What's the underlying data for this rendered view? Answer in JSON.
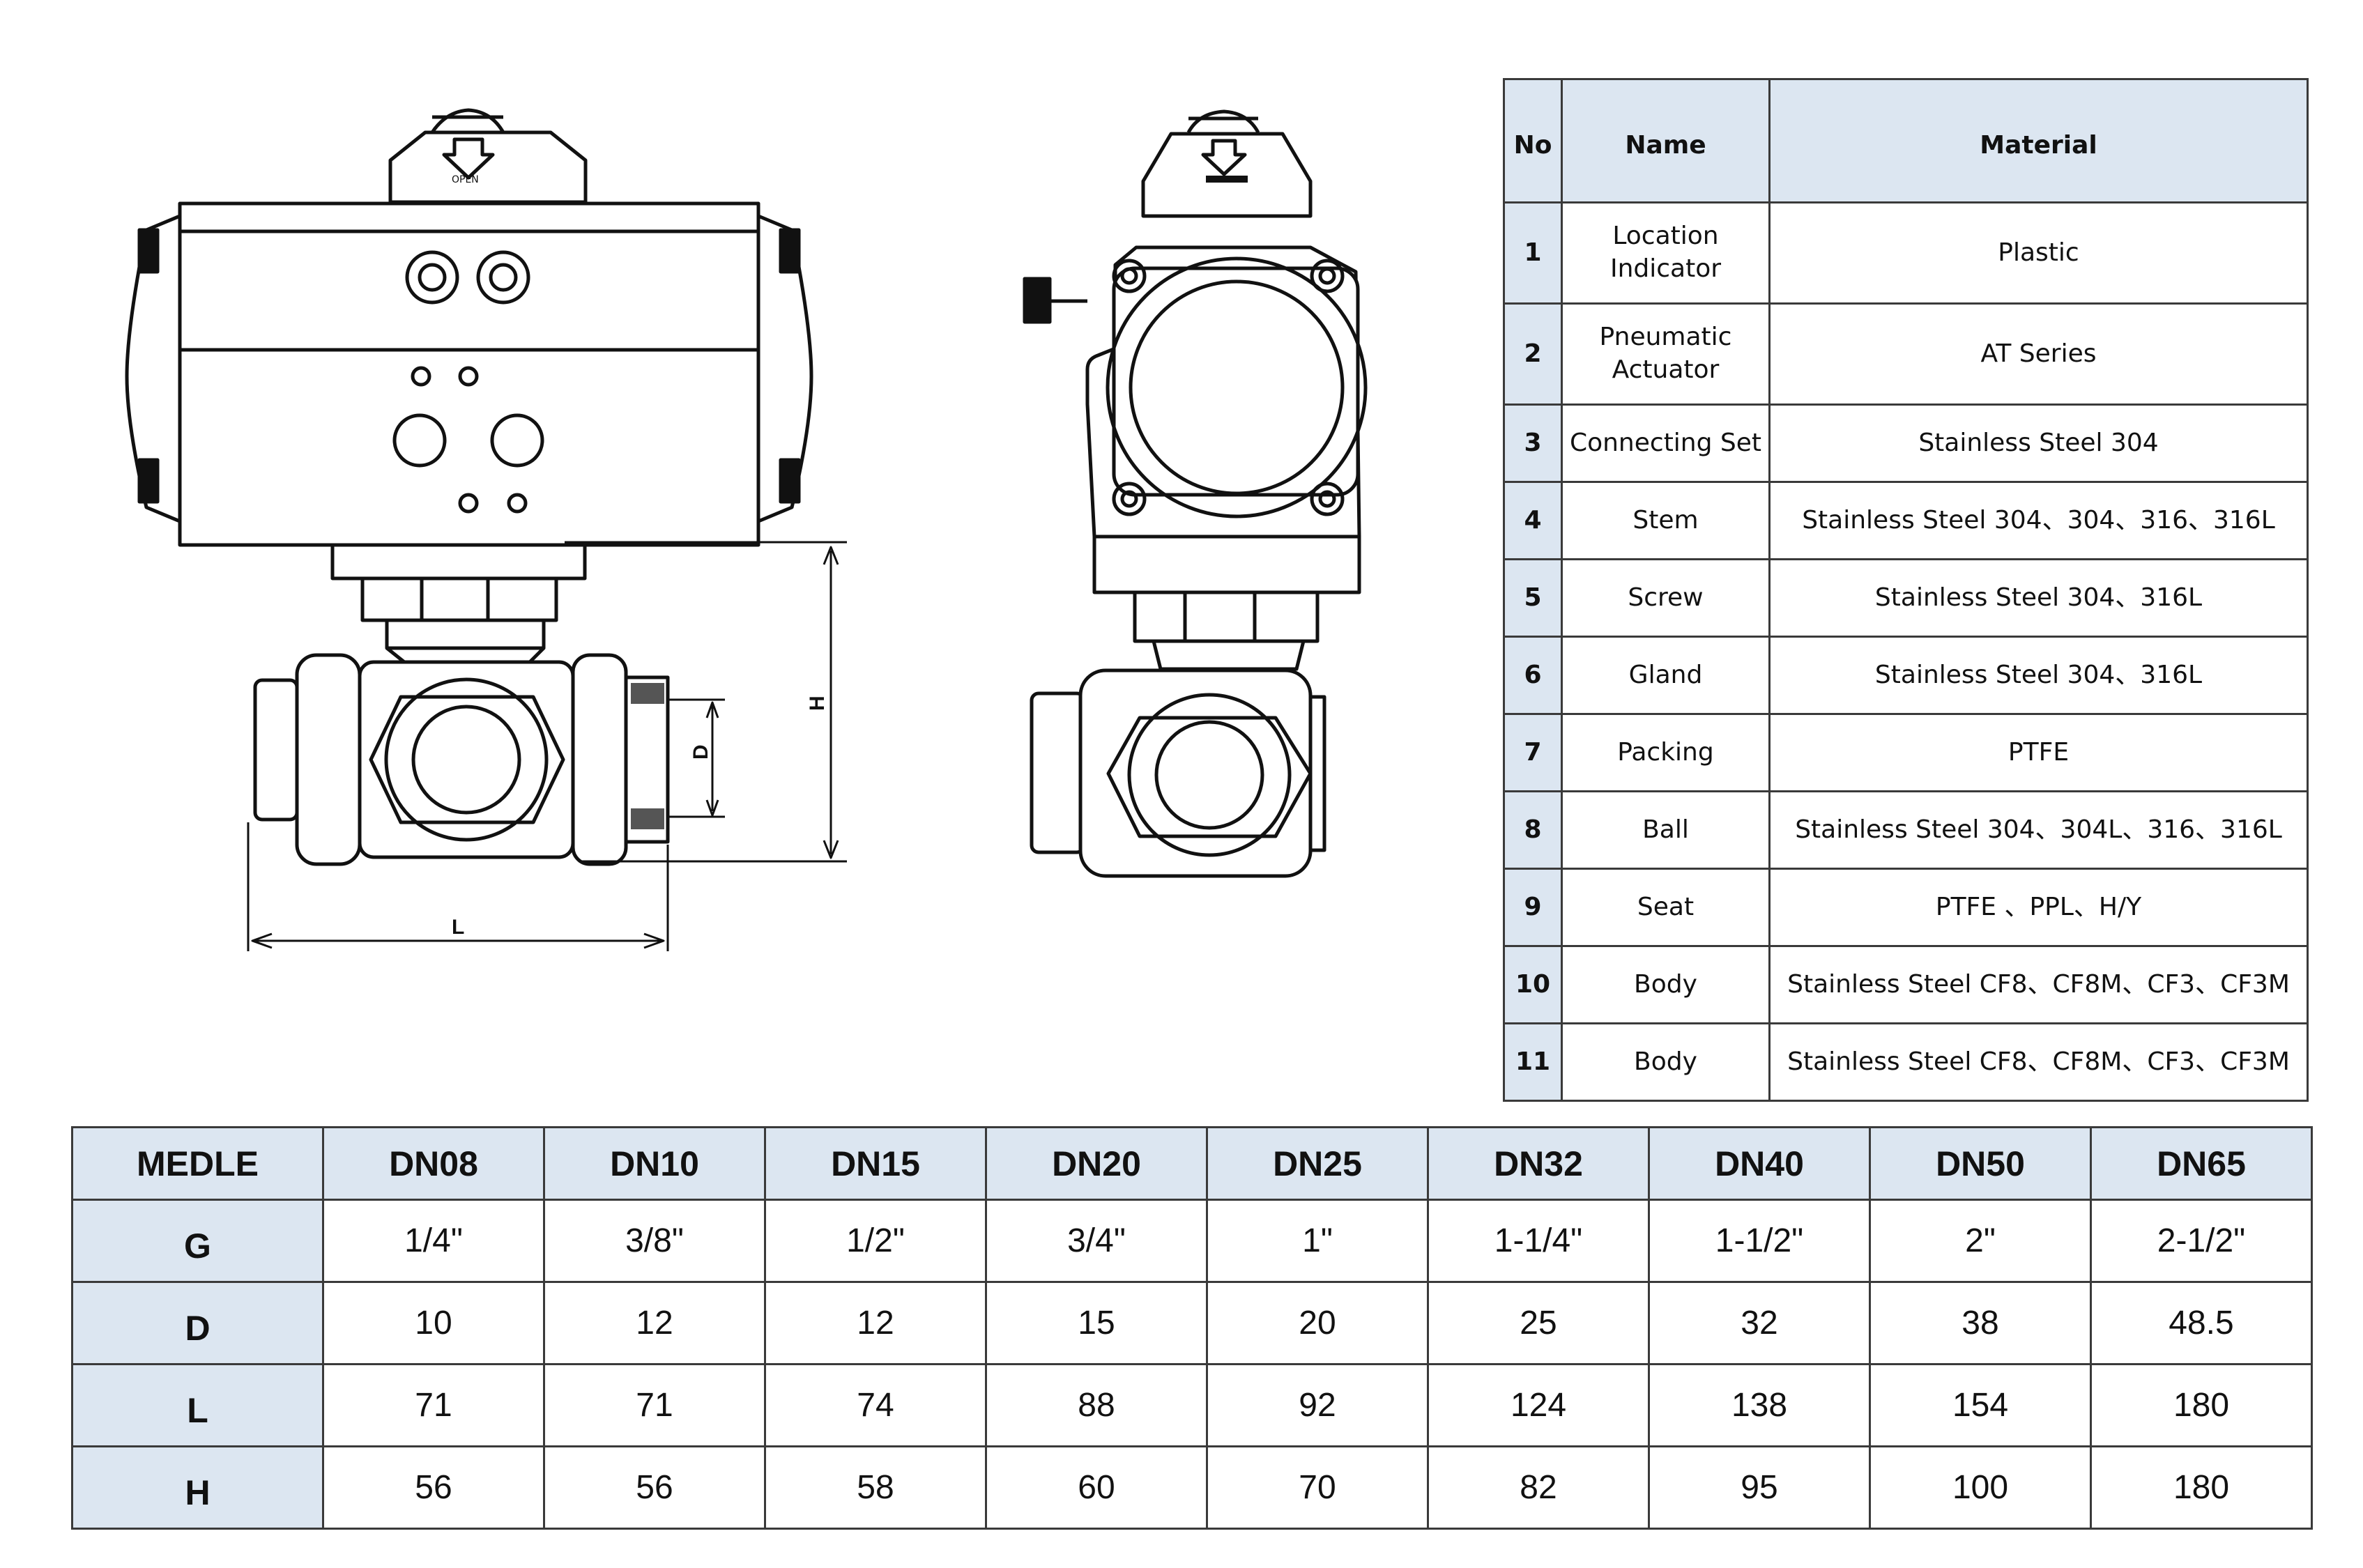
{
  "drawing": {
    "front_labels": {
      "dim_h": "H",
      "dim_d": "D",
      "dim_l": "L"
    }
  },
  "materials": {
    "headers": {
      "no": "No",
      "name": "Name",
      "material": "Material"
    },
    "rows": [
      {
        "no": "1",
        "name": "Location Indicator",
        "material": "Plastic"
      },
      {
        "no": "2",
        "name": "Pneumatic Actuator",
        "material": "AT Series"
      },
      {
        "no": "3",
        "name": "Connecting Set",
        "material": "Stainless Steel 304"
      },
      {
        "no": "4",
        "name": "Stem",
        "material": "Stainless Steel 304、304、316、316L"
      },
      {
        "no": "5",
        "name": "Screw",
        "material": "Stainless Steel 304、316L"
      },
      {
        "no": "6",
        "name": "Gland",
        "material": "Stainless Steel 304、316L"
      },
      {
        "no": "7",
        "name": "Packing",
        "material": "PTFE"
      },
      {
        "no": "8",
        "name": "Ball",
        "material": "Stainless Steel 304、304L、316、316L"
      },
      {
        "no": "9",
        "name": "Seat",
        "material": "PTFE 、PPL、H/Y"
      },
      {
        "no": "10",
        "name": "Body",
        "material": "Stainless Steel CF8、CF8M、CF3、CF3M"
      },
      {
        "no": "11",
        "name": "Body",
        "material": "Stainless Steel CF8、CF8M、CF3、CF3M"
      }
    ]
  },
  "sizes": {
    "header": [
      "MEDLE",
      "DN08",
      "DN10",
      "DN15",
      "DN20",
      "DN25",
      "DN32",
      "DN40",
      "DN50",
      "DN65"
    ],
    "rows": [
      {
        "label": "G",
        "values": [
          "1/4\"",
          "3/8\"",
          "1/2\"",
          "3/4\"",
          "1\"",
          "1-1/4\"",
          "1-1/2\"",
          "2\"",
          "2-1/2\""
        ]
      },
      {
        "label": "D",
        "values": [
          "10",
          "12",
          "12",
          "15",
          "20",
          "25",
          "32",
          "38",
          "48.5"
        ]
      },
      {
        "label": "L",
        "values": [
          "71",
          "71",
          "74",
          "88",
          "92",
          "124",
          "138",
          "154",
          "180"
        ]
      },
      {
        "label": "H",
        "values": [
          "56",
          "56",
          "58",
          "60",
          "70",
          "82",
          "95",
          "100",
          "180"
        ]
      }
    ]
  }
}
